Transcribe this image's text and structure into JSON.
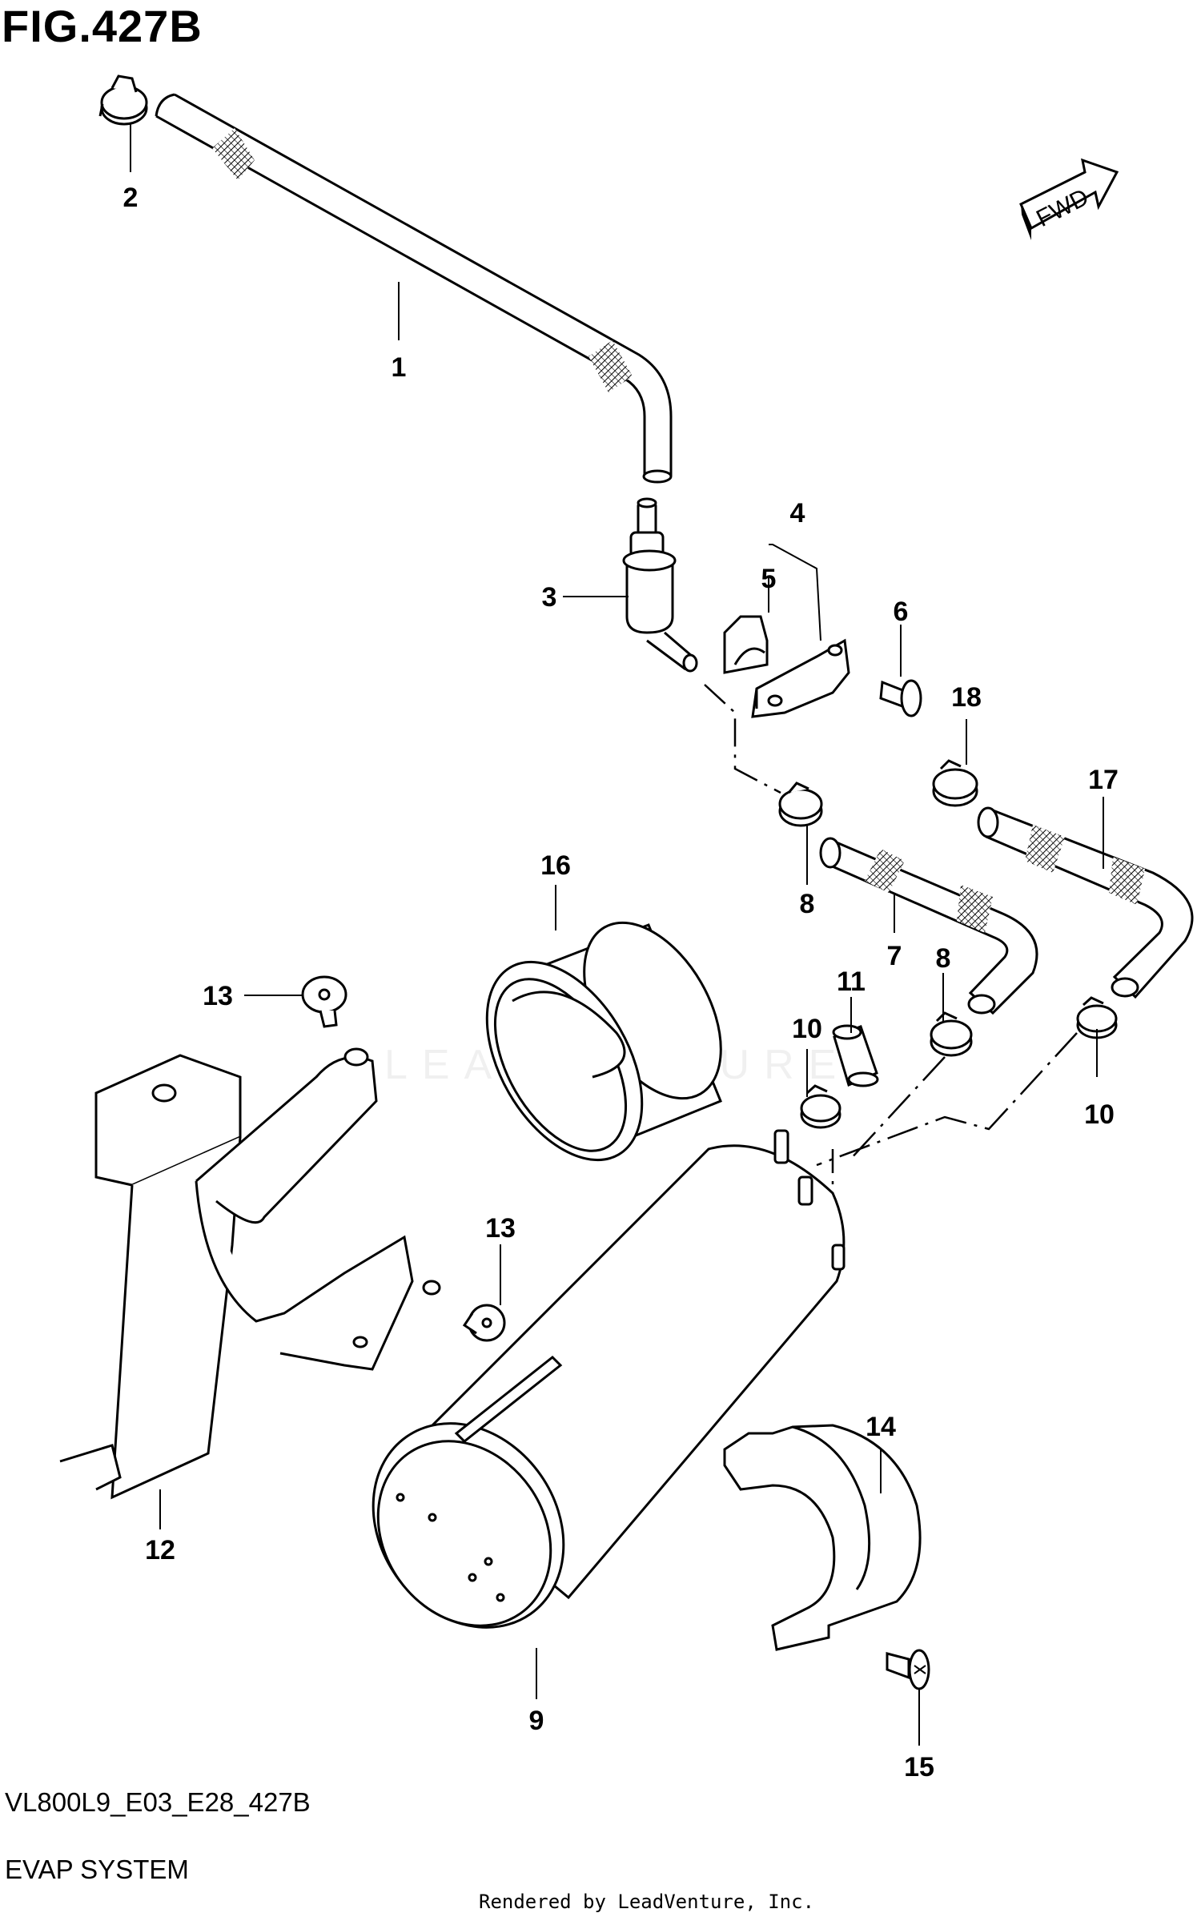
{
  "figure": {
    "title": "FIG.427B",
    "diagram_code": "VL800L9_E03_E28_427B",
    "system_name": "EVAP SYSTEM",
    "credit": "Rendered by LeadVenture, Inc.",
    "watermark": "LEADVENTURE",
    "fwd_label": "FWD"
  },
  "callouts": [
    "1",
    "2",
    "3",
    "4",
    "5",
    "6",
    "7",
    "8",
    "8",
    "9",
    "10",
    "10",
    "11",
    "12",
    "13",
    "13",
    "14",
    "15",
    "16",
    "17",
    "18"
  ],
  "colors": {
    "line": "#000000",
    "background": "#ffffff",
    "watermark": "#efefef"
  }
}
